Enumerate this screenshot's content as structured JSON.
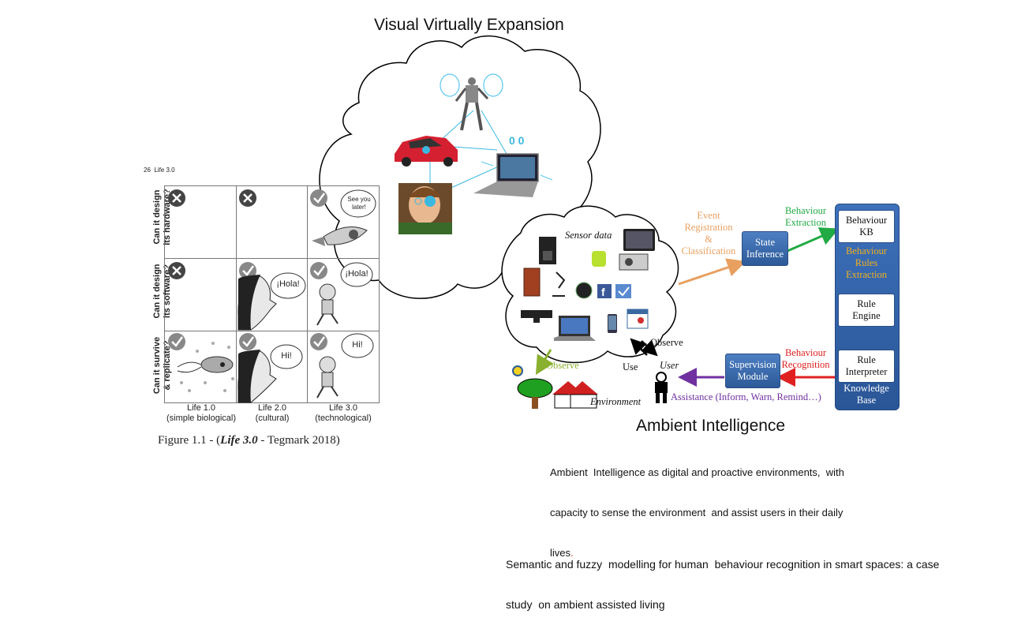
{
  "top_title": "Visual Virtually Expansion",
  "figure": {
    "page_header": "26  Life 3.0",
    "row_labels": [
      {
        "line1": "Can it design",
        "line2": "its hardware?"
      },
      {
        "line1": "Can it design",
        "line2": "its software?"
      },
      {
        "line1": "Can it survive",
        "line2": "& replicate?"
      }
    ],
    "col_labels": [
      {
        "line1": "Life 1.0",
        "line2": "(simple biological)"
      },
      {
        "line1": "Life 2.0",
        "line2": "(cultural)"
      },
      {
        "line1": "Life 3.0",
        "line2": "(technological)"
      }
    ],
    "bubbles": {
      "see_you_later_1": "See you",
      "see_you_later_2": "later!",
      "hola": "¡Hola!",
      "hi": "Hi!"
    },
    "caption_prefix": "Figure 1.1 - (",
    "caption_book": "Life 3.0",
    "caption_suffix": " - Tegmark 2018)"
  },
  "ambient": {
    "title": "Ambient Intelligence",
    "description_1": "Ambient  Intelligence as digital and proactive environments,  with",
    "description_2": "capacity to sense the environment  and assist users in their daily",
    "description_3": "lives",
    "description_dot": ".",
    "sensor_label": "Sensor data",
    "event_registration": [
      "Event",
      "Registration",
      "&",
      "Classification"
    ],
    "state_inference": [
      "State",
      "Inference"
    ],
    "behaviour_extraction": [
      "Behaviour",
      "Extraction"
    ],
    "behaviour_kb": [
      "Behaviour",
      "KB"
    ],
    "behaviour_rules_extraction": [
      "Behaviour",
      "Rules",
      "Extraction"
    ],
    "rule_engine": [
      "Rule",
      "Engine"
    ],
    "rule_interpreter": [
      "Rule",
      "Interpreter"
    ],
    "knowledge_base": [
      "Knowledge",
      "Base"
    ],
    "behaviour_recognition": [
      "Behaviour",
      "Recognition"
    ],
    "supervision_module": [
      "Supervision",
      "Module"
    ],
    "assistance": "Assistance (Inform, Warn, Remind…)",
    "observe_top": "Observe",
    "observe_left": "Observe",
    "use": "Use",
    "user": "User",
    "environment": "Environment"
  },
  "citation_1": "Semantic and fuzzy  modelling for human  behaviour recognition in smart spaces: a case",
  "citation_2": "study  on ambient assisted living",
  "colors": {
    "kb_blue": "#2f5d9e",
    "event_orange": "#e8a060",
    "extraction_green": "#22aa44",
    "rules_gold": "#f0b020",
    "recognition_red": "#e02020",
    "assistance_purple": "#7030a0",
    "observe_olive": "#8ab030"
  }
}
